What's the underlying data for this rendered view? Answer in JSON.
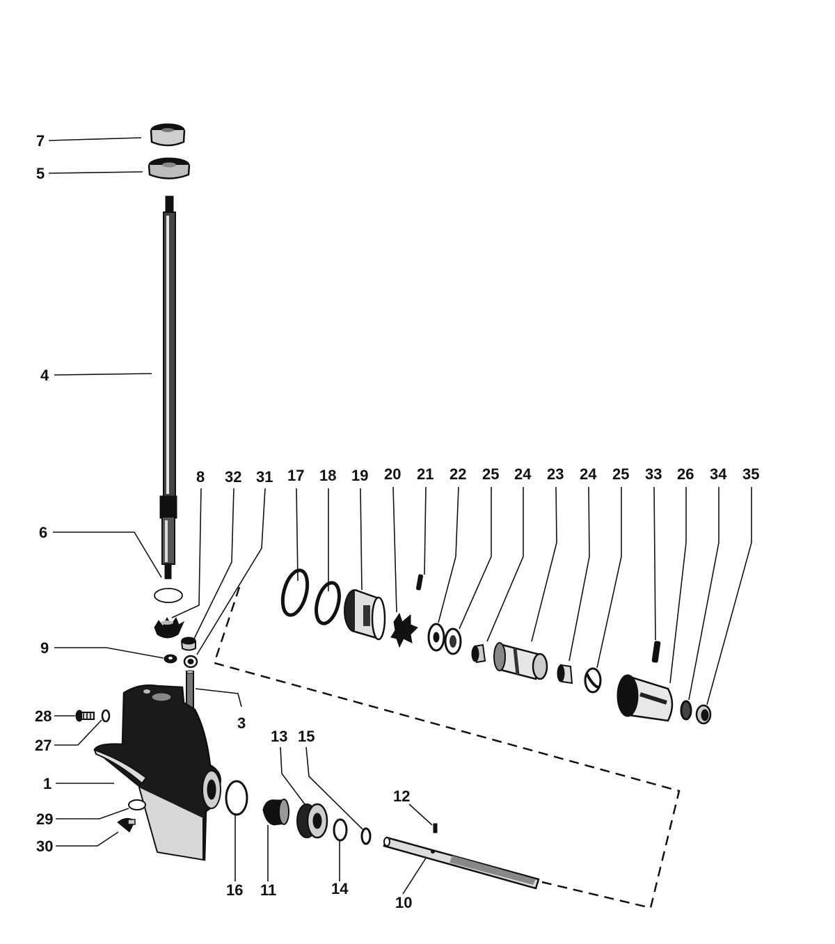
{
  "diagram": {
    "callouts": [
      "7",
      "5",
      "4",
      "6",
      "8",
      "32",
      "31",
      "17",
      "18",
      "19",
      "20",
      "21",
      "22",
      "25",
      "24",
      "23",
      "24",
      "25",
      "33",
      "26",
      "34",
      "35",
      "9",
      "3",
      "28",
      "27",
      "1",
      "29",
      "30",
      "16",
      "11",
      "13",
      "15",
      "14",
      "12",
      "10"
    ]
  }
}
